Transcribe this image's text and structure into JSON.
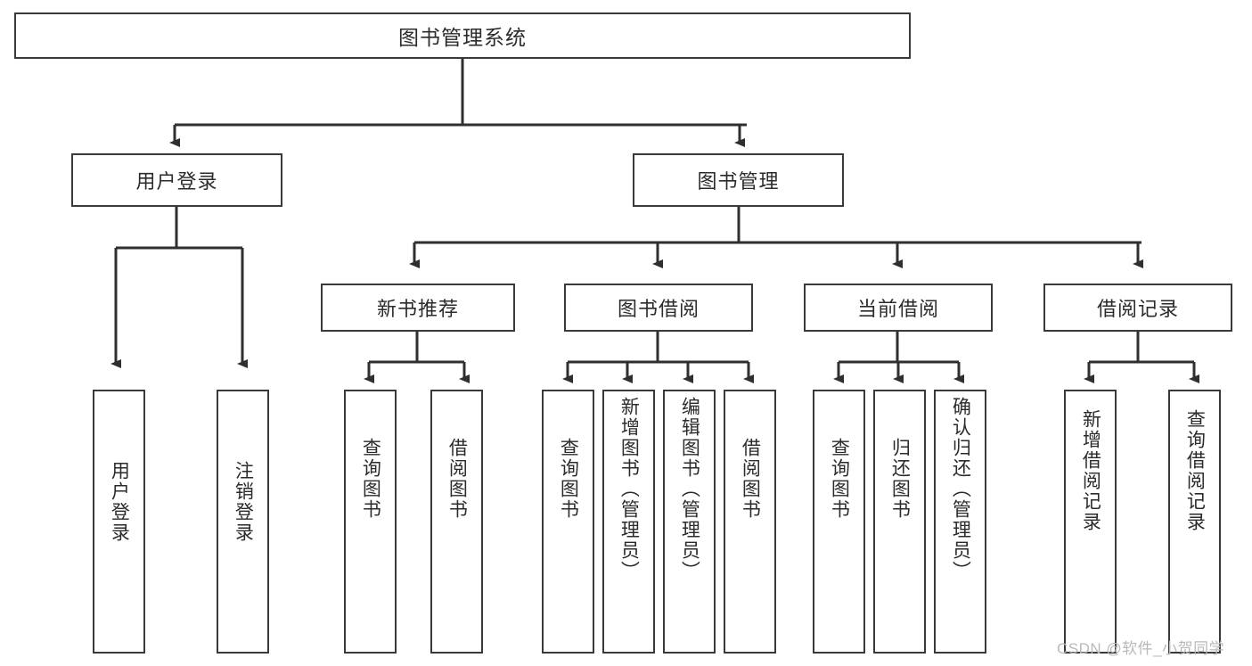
{
  "diagram": {
    "type": "tree-hierarchy-chart",
    "title": "图书管理系统",
    "colors": {
      "box_border": "#3a3a3a",
      "box_fill": "#ffffff",
      "text": "#2b2b2b",
      "connector": "#2f2f2f",
      "watermark": "#b9b9b9",
      "background": "#ffffff"
    },
    "root": {
      "label": "图书管理系统"
    },
    "level2": [
      {
        "label": "用户登录"
      },
      {
        "label": "图书管理"
      }
    ],
    "level3": [
      {
        "label": "新书推荐"
      },
      {
        "label": "图书借阅"
      },
      {
        "label": "当前借阅"
      },
      {
        "label": "借阅记录"
      }
    ],
    "leaves": {
      "user_login": [
        {
          "label": "用户登录"
        },
        {
          "label": "注销登录"
        }
      ],
      "new_book_recommend": [
        {
          "label": "查询图书"
        },
        {
          "label": "借阅图书"
        }
      ],
      "book_borrow": [
        {
          "label": "查询图书"
        },
        {
          "label": "新增图书（管理员）"
        },
        {
          "label": "编辑图书（管理员）"
        },
        {
          "label": "借阅图书"
        }
      ],
      "current_borrow": [
        {
          "label": "查询图书"
        },
        {
          "label": "归还图书"
        },
        {
          "label": "确认归还（管理员）"
        }
      ],
      "borrow_record": [
        {
          "label": "新增借阅记录"
        },
        {
          "label": "查询借阅记录"
        }
      ]
    }
  },
  "watermark": {
    "text": "CSDN @软件_小贺同学"
  }
}
